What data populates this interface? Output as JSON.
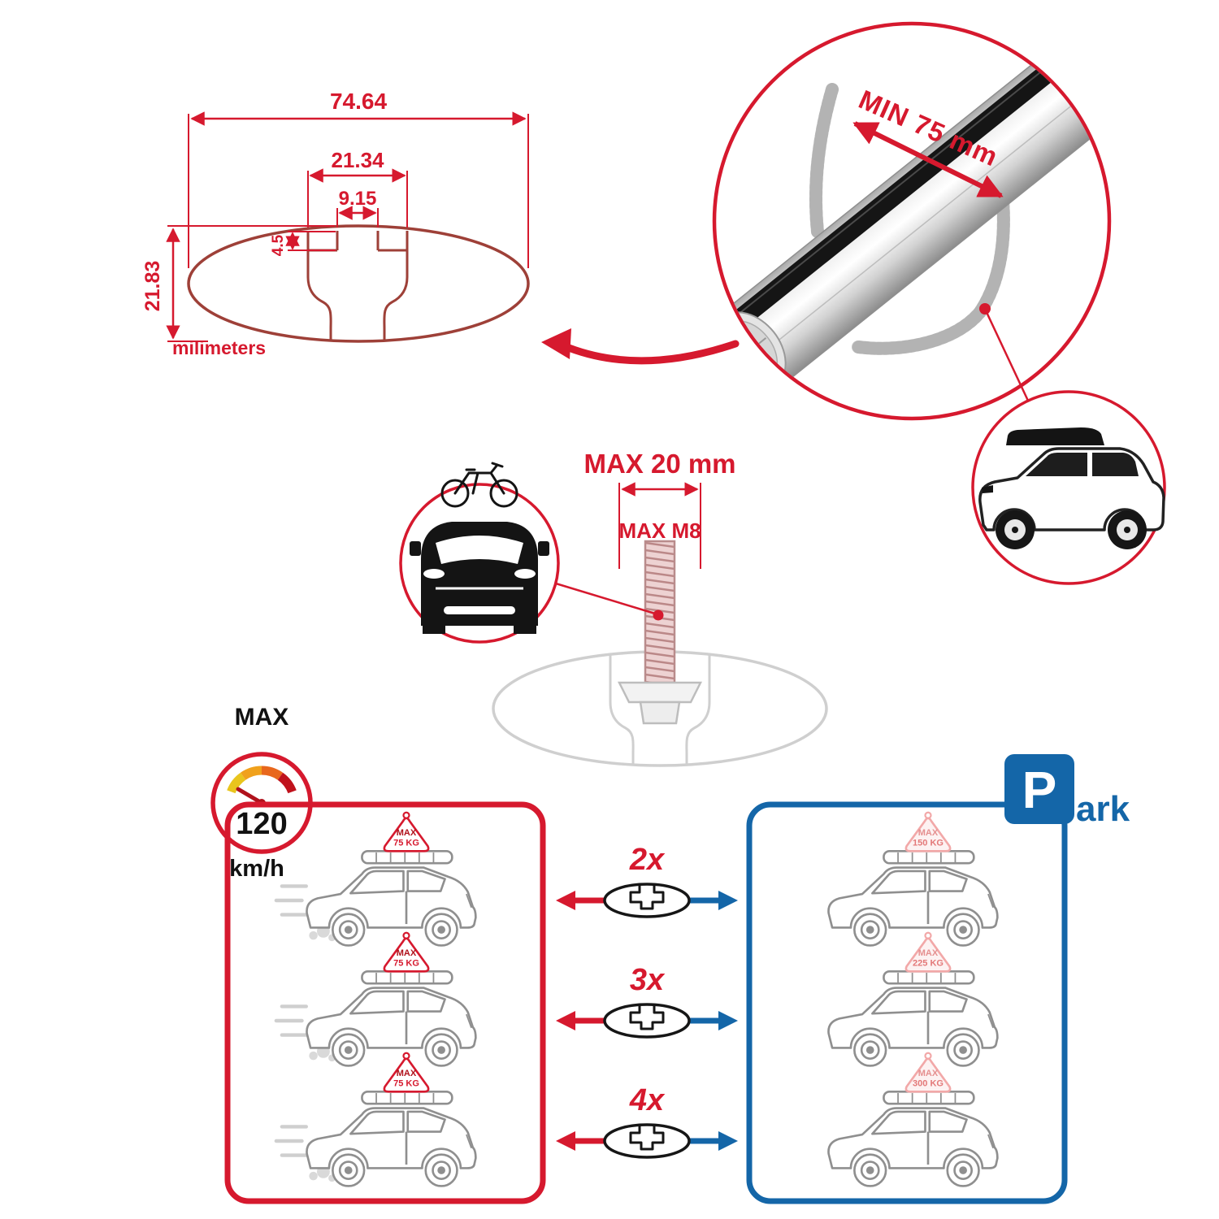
{
  "title": "Roof rack crossbar specification infographic",
  "colors": {
    "red": "#d6192e",
    "blue": "#1466a8",
    "gray": "#c9c9c9",
    "dark": "#1a1a1a"
  },
  "cross_section": {
    "total_width": "74.64",
    "channel_width": "21.34",
    "slot_width": "9.15",
    "lip_depth": "4.5",
    "total_height": "21.83",
    "units": "milimeters"
  },
  "bar": {
    "min_span": "MIN 75 mm"
  },
  "bolt": {
    "max_width": "MAX 20 mm",
    "max_thread": "MAX M8"
  },
  "speed_limit": {
    "label": "MAX",
    "value": "120",
    "unit": "km/h"
  },
  "parking_sign": {
    "letter": "P",
    "suffix": "ark"
  },
  "load_rows": [
    {
      "multiplier": "2x",
      "driving": {
        "label": "MAX",
        "value": "75 KG"
      },
      "parked": {
        "label": "MAX",
        "value": "150 KG"
      }
    },
    {
      "multiplier": "3x",
      "driving": {
        "label": "MAX",
        "value": "75 KG"
      },
      "parked": {
        "label": "MAX",
        "value": "225 KG"
      }
    },
    {
      "multiplier": "4x",
      "driving": {
        "label": "MAX",
        "value": "75 KG"
      },
      "parked": {
        "label": "MAX",
        "value": "300 KG"
      }
    }
  ]
}
